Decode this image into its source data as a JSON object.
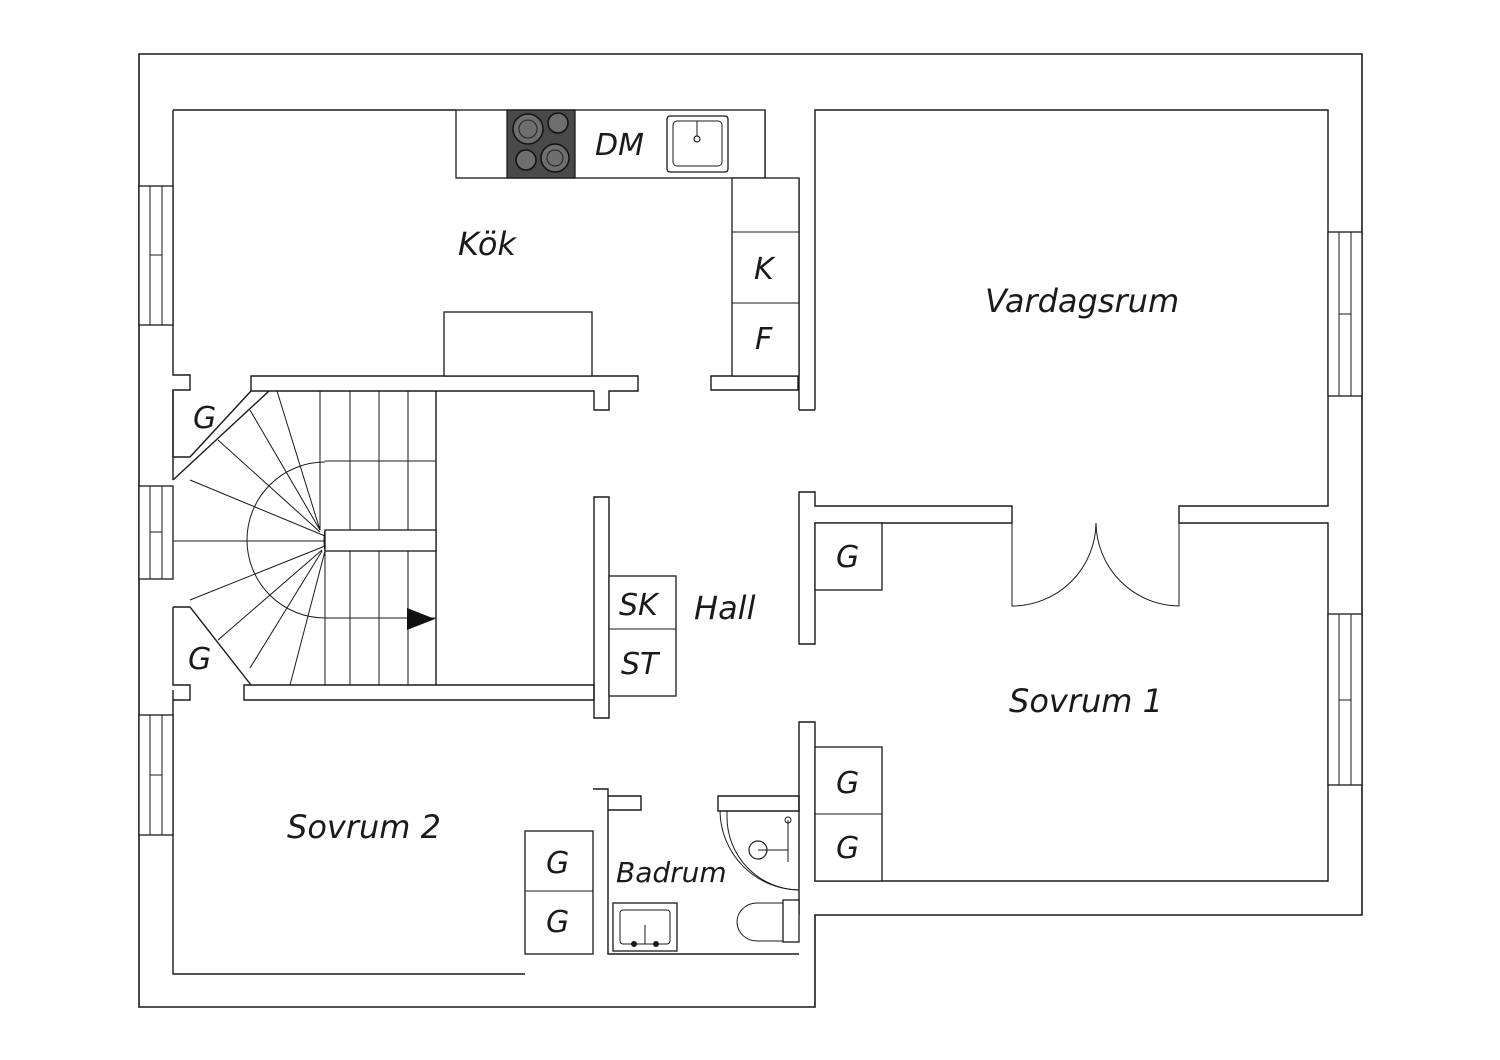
{
  "rooms": {
    "kok": "Kök",
    "vardagsrum": "Vardagsrum",
    "hall": "Hall",
    "sovrum1": "Sovrum 1",
    "sovrum2": "Sovrum 2",
    "badrum": "Badrum"
  },
  "fixtures": {
    "dishwasher": "DM",
    "fridge": "K",
    "freezer": "F",
    "shoe_cabinet": "SK",
    "cleaning_closet": "ST",
    "wardrobe": "G"
  },
  "colors": {
    "line": "#1a1a1a",
    "background": "#ffffff",
    "stove": "#4a4a4a"
  }
}
